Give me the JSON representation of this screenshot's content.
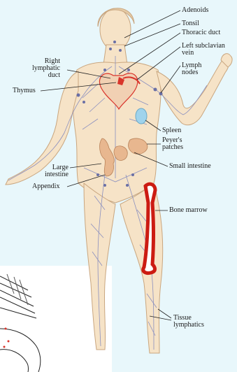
{
  "diagram": {
    "labels": {
      "adenoids": "Adenoids",
      "tonsil": "Tonsil",
      "thoracic_duct": "Thoracic duct",
      "left_subclavian_vein": "Left subclavian\nvein",
      "lymph_nodes": "Lymph\nnodes",
      "right_lymphatic_duct": "Right\nlymphatic\nduct",
      "thymus": "Thymus",
      "spleen": "Spleen",
      "peyers_patches": "Peyer's\npatches",
      "small_intestine": "Small intestine",
      "large_intestine": "Large\nintestine",
      "appendix": "Appendix",
      "bone_marrow": "Bone marrow",
      "tissue_lymphatics": "Tissue\nlymphatics"
    },
    "colors": {
      "background": "#e8f7fb",
      "skin": "#f6e3c7",
      "skin_outline": "#c9a67f",
      "lymph_vessel": "#8a8fbf",
      "organ_red": "#d9342b",
      "bone_marrow": "#cc1b12",
      "spleen": "#9fd3ec",
      "intestine": "#e8b78f"
    }
  }
}
